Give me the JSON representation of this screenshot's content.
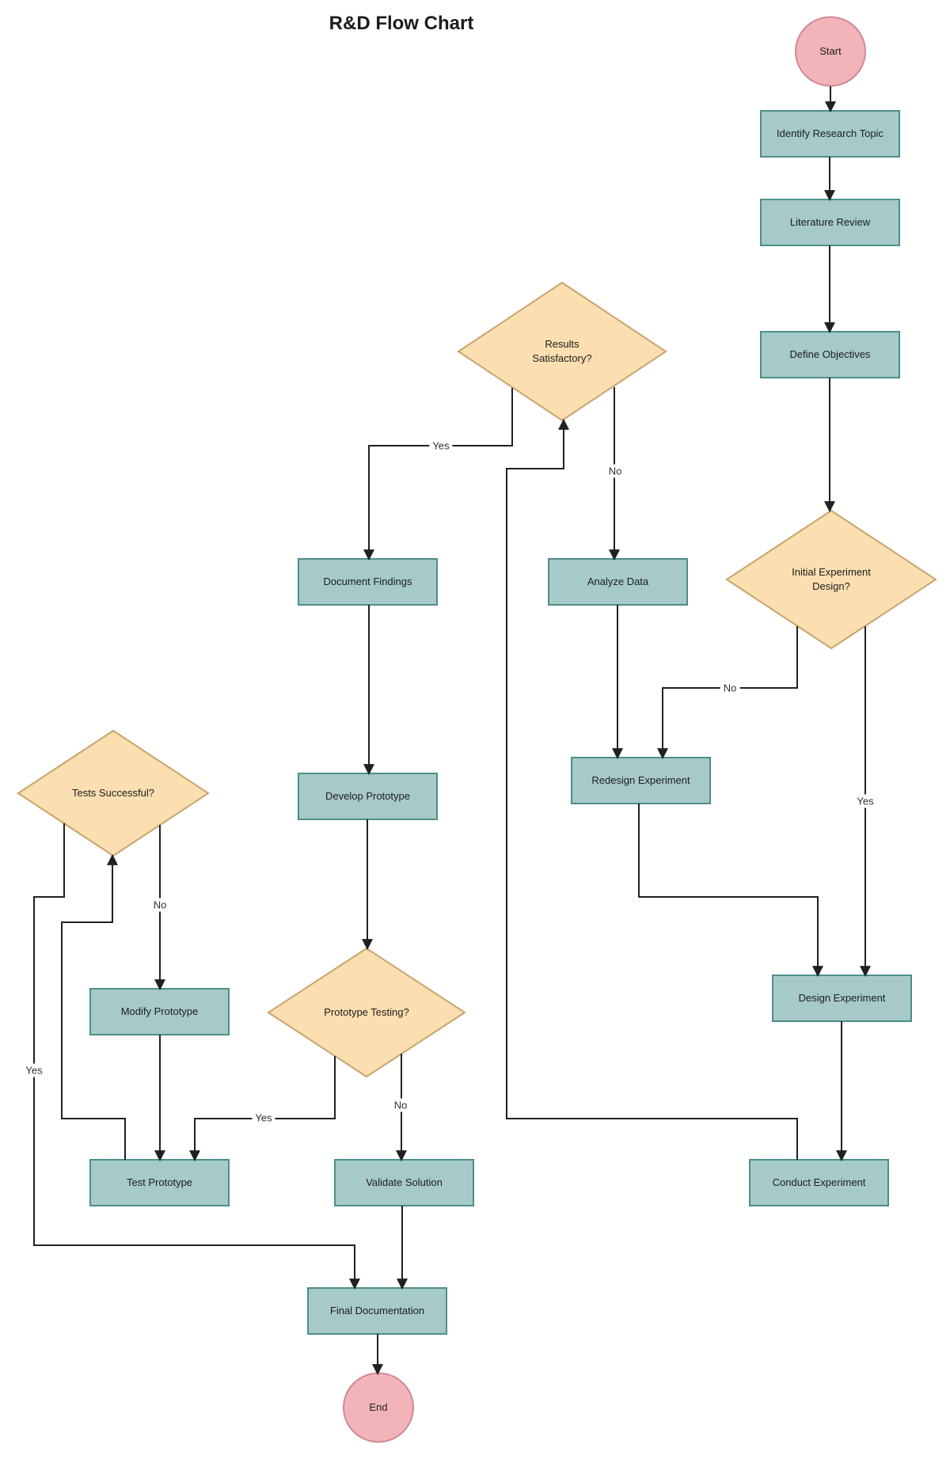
{
  "title": "R&D Flow Chart",
  "nodes": {
    "start": {
      "label": "Start"
    },
    "identify": {
      "label": "Identify Research Topic"
    },
    "literature": {
      "label": "Literature Review"
    },
    "define": {
      "label": "Define Objectives"
    },
    "initial": {
      "label": "Initial Experiment\nDesign?"
    },
    "results": {
      "label": "Results\nSatisfactory?"
    },
    "analyze": {
      "label": "Analyze Data"
    },
    "document": {
      "label": "Document Findings"
    },
    "develop": {
      "label": "Develop Prototype"
    },
    "prototype": {
      "label": "Prototype Testing?"
    },
    "tests": {
      "label": "Tests Successful?"
    },
    "modify": {
      "label": "Modify Prototype"
    },
    "test": {
      "label": "Test Prototype"
    },
    "validate": {
      "label": "Validate Solution"
    },
    "redesign": {
      "label": "Redesign Experiment"
    },
    "design": {
      "label": "Design Experiment"
    },
    "conduct": {
      "label": "Conduct Experiment"
    },
    "final": {
      "label": "Final Documentation"
    },
    "end": {
      "label": "End"
    }
  },
  "edge_labels": {
    "results_yes": "Yes",
    "results_no": "No",
    "initial_yes": "Yes",
    "initial_no": "No",
    "prototype_yes": "Yes",
    "prototype_no": "No",
    "tests_yes": "Yes",
    "tests_no": "No"
  },
  "colors": {
    "process_fill": "#a6cac8",
    "process_stroke": "#4d8e8a",
    "decision_fill": "#fbdfb0",
    "decision_stroke": "#c8a46f",
    "terminal_fill": "#f2b4b8",
    "terminal_stroke": "#cf8a91",
    "edge_line": "#212121",
    "text": "#1c1c1c",
    "label_text": "#2f2f2f",
    "background": "#ffffff"
  }
}
